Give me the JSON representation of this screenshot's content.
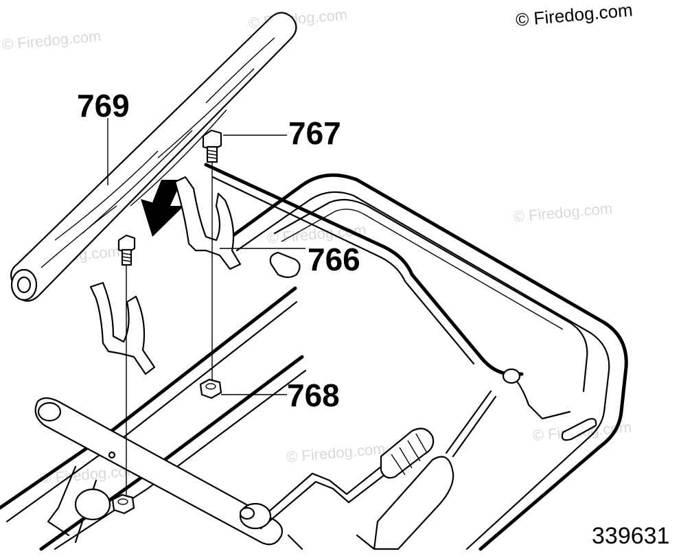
{
  "copyright": "© Firedog.com",
  "watermark": "© Firedog.com",
  "document_number": "339631",
  "callouts": [
    {
      "id": "part-769",
      "label": "769"
    },
    {
      "id": "part-767",
      "label": "767"
    },
    {
      "id": "part-766",
      "label": "766"
    },
    {
      "id": "part-768",
      "label": "768"
    }
  ],
  "colors": {
    "line": "#000000",
    "background": "#ffffff",
    "watermark": "#d8d8d8"
  }
}
